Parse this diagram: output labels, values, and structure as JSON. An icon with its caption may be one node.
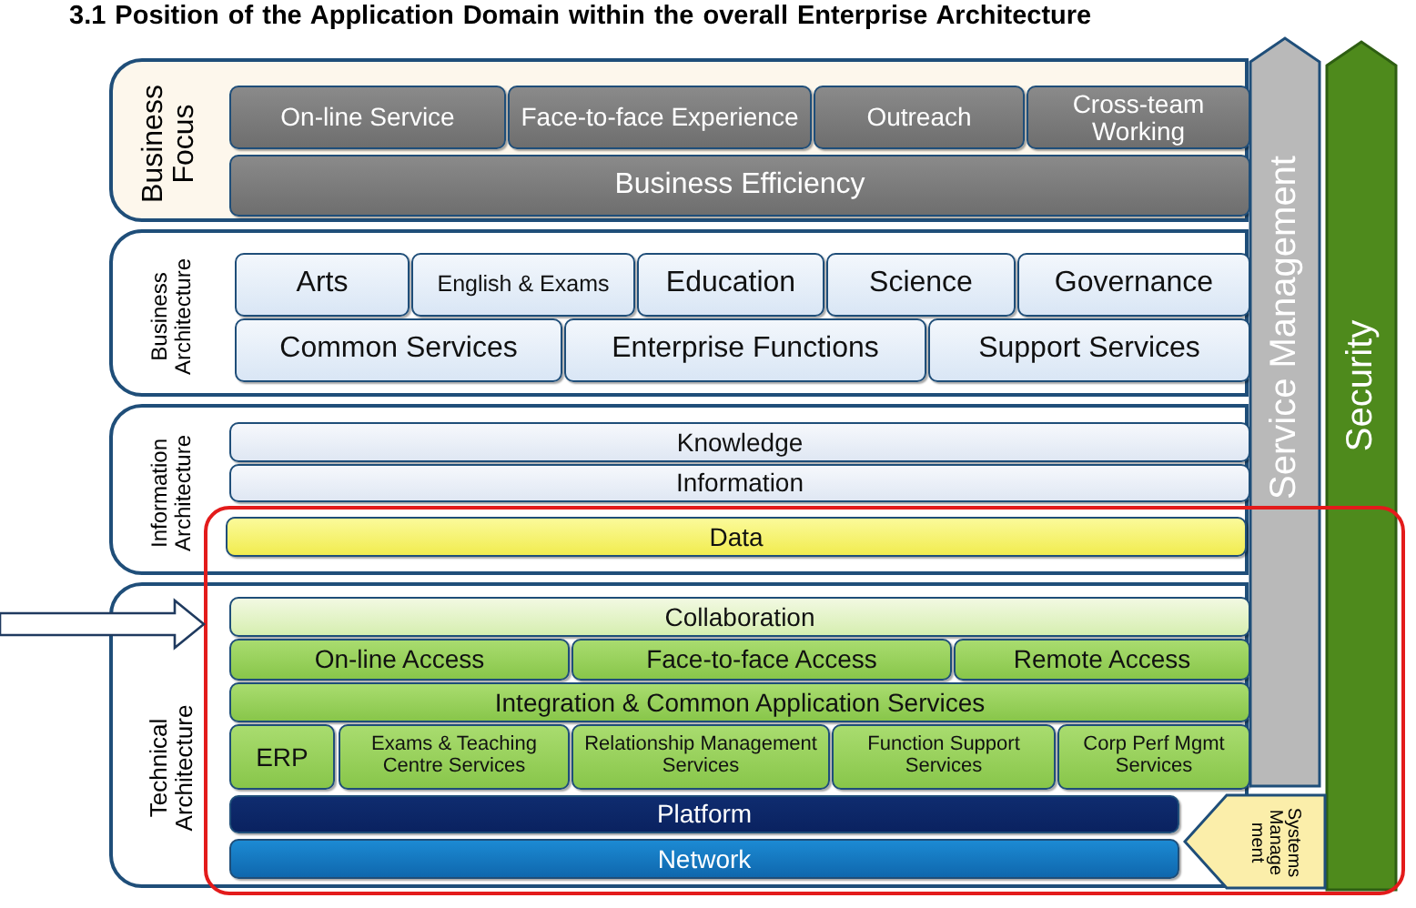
{
  "diagram": {
    "title": "3.1 Position of the Application Domain within the overall Enterprise Architecture",
    "nodes": [
      {
        "text": [
          "Business Focus"
        ]
      },
      {
        "text": [
          "On-line Service"
        ],
        "in": 0
      },
      {
        "text": [
          "Face-to-face Experience"
        ],
        "in": 0
      },
      {
        "text": [
          "Outreach"
        ],
        "in": 0
      },
      {
        "text": [
          "Cross-team Working"
        ],
        "in": 0
      },
      {
        "text": [
          "Business Efficiency"
        ],
        "in": 0
      },
      {
        "text": [
          "Business Architecture"
        ]
      },
      {
        "text": [
          "Arts"
        ],
        "in": 6
      },
      {
        "text": [
          "English & Exams"
        ],
        "in": 6
      },
      {
        "text": [
          "Education"
        ],
        "in": 6
      },
      {
        "text": [
          "Science"
        ],
        "in": 6
      },
      {
        "text": [
          "Governance"
        ],
        "in": 6
      },
      {
        "text": [
          "Common Services"
        ],
        "in": 6
      },
      {
        "text": [
          "Enterprise Functions"
        ],
        "in": 6
      },
      {
        "text": [
          "Support Services"
        ],
        "in": 6
      },
      {
        "text": [
          "Information Architecture"
        ]
      },
      {
        "text": [
          "Knowledge"
        ],
        "in": 15
      },
      {
        "text": [
          "Information"
        ],
        "in": 15
      },
      {
        "text": [
          "Data"
        ]
      },
      {
        "text": [
          "Technical Architecture"
        ]
      },
      {
        "text": [
          "Collaboration"
        ],
        "in": 19
      },
      {
        "text": [
          "On-line Access"
        ],
        "in": 19
      },
      {
        "text": [
          "Face-to-face Access"
        ],
        "in": 19
      },
      {
        "text": [
          "Remote Access"
        ],
        "in": 19
      },
      {
        "text": [
          "Integration & Common Application Services"
        ],
        "in": 19
      },
      {
        "text": [
          "ERP"
        ],
        "in": 19
      },
      {
        "text": [
          "Exams & Teaching Centre Services"
        ],
        "in": 19
      },
      {
        "text": [
          "Relationship Management Services"
        ],
        "in": 19
      },
      {
        "text": [
          "Function Support Services"
        ],
        "in": 19
      },
      {
        "text": [
          "Corp Perf Mgmt Services"
        ],
        "in": 19
      },
      {
        "text": [
          "Platform"
        ],
        "in": 19
      },
      {
        "text": [
          "Network"
        ],
        "in": 19
      },
      {
        "text": [
          "Service Management"
        ]
      },
      {
        "text": [
          "Security"
        ]
      },
      {
        "text": [
          "Systems Manage ment"
        ],
        "in": 35
      },
      {
        "text": [],
        "shape": "box"
      }
    ],
    "edges": [
      {
        "from": null,
        "to": 35,
        "arrow": "to",
        "style": "thick"
      }
    ]
  }
}
